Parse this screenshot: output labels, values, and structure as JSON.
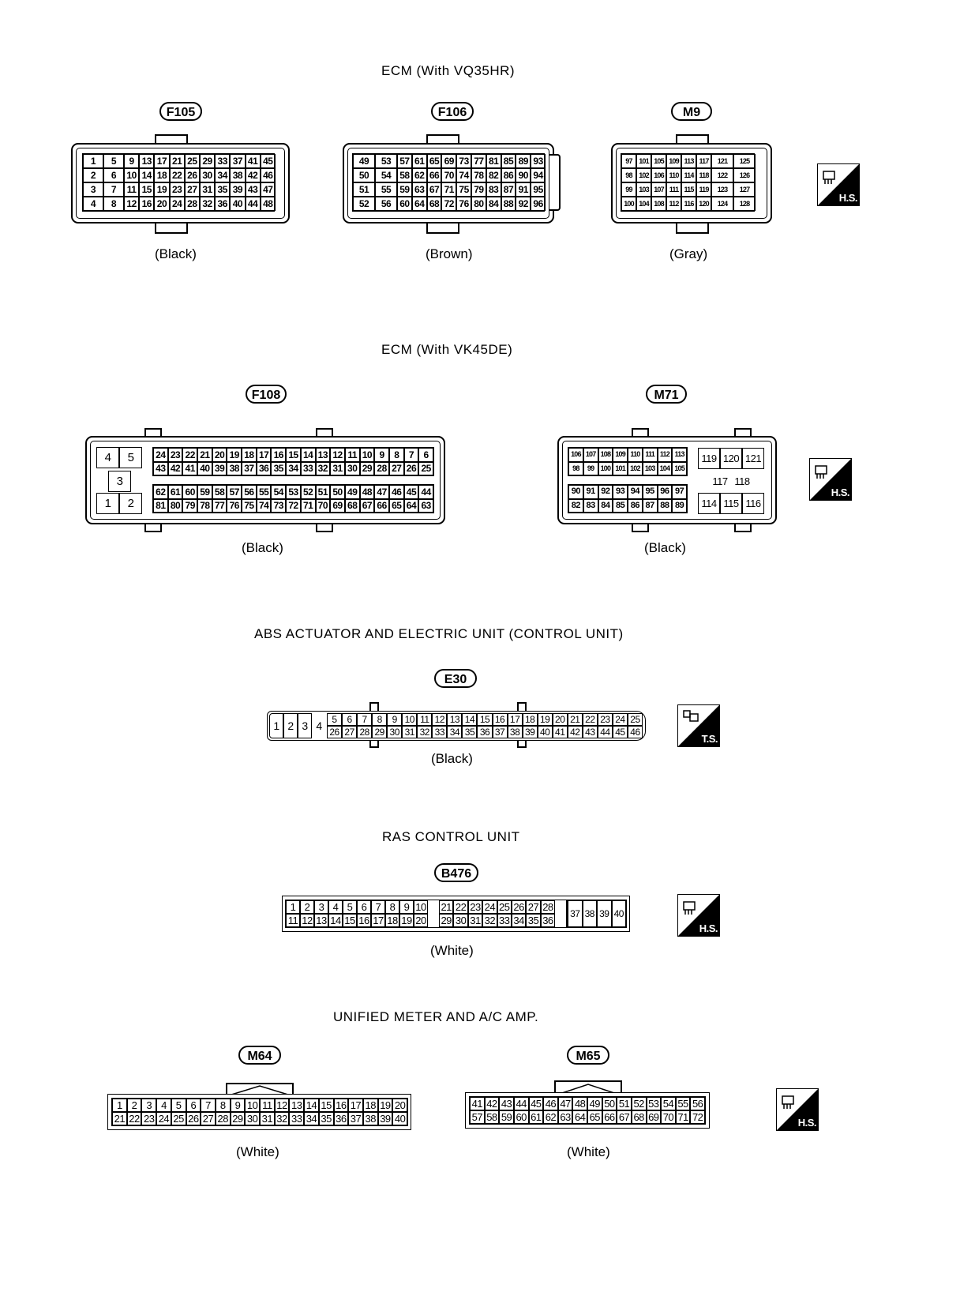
{
  "sections": {
    "vq35hr": {
      "title": "ECM (With VQ35HR)"
    },
    "vk45de": {
      "title": "ECM (With VK45DE)"
    },
    "abs": {
      "title": "ABS ACTUATOR AND ELECTRIC UNIT (CONTROL UNIT)"
    },
    "ras": {
      "title": "RAS CONTROL UNIT"
    },
    "meter": {
      "title": "UNIFIED METER AND A/C AMP."
    }
  },
  "connectors": {
    "f105": {
      "id": "F105",
      "color": "(Black)",
      "rows": [
        [
          "1",
          "5",
          "9",
          "13",
          "17",
          "21",
          "25",
          "29",
          "33",
          "37",
          "41",
          "45"
        ],
        [
          "2",
          "6",
          "10",
          "14",
          "18",
          "22",
          "26",
          "30",
          "34",
          "38",
          "42",
          "46"
        ],
        [
          "3",
          "7",
          "11",
          "15",
          "19",
          "23",
          "27",
          "31",
          "35",
          "39",
          "43",
          "47"
        ],
        [
          "4",
          "8",
          "12",
          "16",
          "20",
          "24",
          "28",
          "32",
          "36",
          "40",
          "44",
          "48"
        ]
      ]
    },
    "f106": {
      "id": "F106",
      "color": "(Brown)",
      "rows": [
        [
          "49",
          "53",
          "57",
          "61",
          "65",
          "69",
          "73",
          "77",
          "81",
          "85",
          "89",
          "93"
        ],
        [
          "50",
          "54",
          "58",
          "62",
          "66",
          "70",
          "74",
          "78",
          "82",
          "86",
          "90",
          "94"
        ],
        [
          "51",
          "55",
          "59",
          "63",
          "67",
          "71",
          "75",
          "79",
          "83",
          "87",
          "91",
          "95"
        ],
        [
          "52",
          "56",
          "60",
          "64",
          "68",
          "72",
          "76",
          "80",
          "84",
          "88",
          "92",
          "96"
        ]
      ]
    },
    "m9": {
      "id": "M9",
      "color": "(Gray)",
      "rows": [
        [
          "97",
          "101",
          "105",
          "109",
          "113",
          "117",
          "121",
          "125"
        ],
        [
          "98",
          "102",
          "106",
          "110",
          "114",
          "118",
          "122",
          "126"
        ],
        [
          "99",
          "103",
          "107",
          "111",
          "115",
          "119",
          "123",
          "127"
        ],
        [
          "100",
          "104",
          "108",
          "112",
          "116",
          "120",
          "124",
          "128"
        ]
      ]
    },
    "f108": {
      "id": "F108",
      "color": "(Black)",
      "left": [
        "4",
        "5",
        "3",
        "1",
        "2"
      ],
      "rows": [
        [
          "24",
          "23",
          "22",
          "21",
          "20",
          "19",
          "18",
          "17",
          "16",
          "15",
          "14",
          "13",
          "12",
          "11",
          "10",
          "9",
          "8",
          "7",
          "6"
        ],
        [
          "43",
          "42",
          "41",
          "40",
          "39",
          "38",
          "37",
          "36",
          "35",
          "34",
          "33",
          "32",
          "31",
          "30",
          "29",
          "28",
          "27",
          "26",
          "25"
        ],
        [
          "62",
          "61",
          "60",
          "59",
          "58",
          "57",
          "56",
          "55",
          "54",
          "53",
          "52",
          "51",
          "50",
          "49",
          "48",
          "47",
          "46",
          "45",
          "44"
        ],
        [
          "81",
          "80",
          "79",
          "78",
          "77",
          "76",
          "75",
          "74",
          "73",
          "72",
          "71",
          "70",
          "69",
          "68",
          "67",
          "66",
          "65",
          "64",
          "63"
        ]
      ]
    },
    "m71": {
      "id": "M71",
      "color": "(Black)",
      "rows": [
        [
          "106",
          "107",
          "108",
          "109",
          "110",
          "111",
          "112",
          "113"
        ],
        [
          "98",
          "99",
          "100",
          "101",
          "102",
          "103",
          "104",
          "105"
        ],
        [
          "90",
          "91",
          "92",
          "93",
          "94",
          "95",
          "96",
          "97"
        ],
        [
          "82",
          "83",
          "84",
          "85",
          "86",
          "87",
          "88",
          "89"
        ]
      ],
      "right": [
        [
          "119",
          "120",
          "121"
        ],
        [
          "117",
          "118"
        ],
        [
          "114",
          "115",
          "116"
        ]
      ]
    },
    "e30": {
      "id": "E30",
      "color": "(Black)",
      "big": [
        "1",
        "2",
        "3",
        "4"
      ],
      "top": [
        "5",
        "6",
        "7",
        "8",
        "9",
        "10",
        "11",
        "12",
        "13",
        "14",
        "15",
        "16",
        "17",
        "18",
        "19",
        "20",
        "21",
        "22",
        "23",
        "24",
        "25"
      ],
      "bottom": [
        "26",
        "27",
        "28",
        "29",
        "30",
        "31",
        "32",
        "33",
        "34",
        "35",
        "36",
        "37",
        "38",
        "39",
        "40",
        "41",
        "42",
        "43",
        "44",
        "45",
        "46"
      ]
    },
    "b476": {
      "id": "B476",
      "color": "(White)",
      "top": [
        "1",
        "2",
        "3",
        "4",
        "5",
        "6",
        "7",
        "8",
        "9",
        "10",
        "21",
        "22",
        "23",
        "24",
        "25",
        "26",
        "27",
        "28"
      ],
      "bottom": [
        "11",
        "12",
        "13",
        "14",
        "15",
        "16",
        "17",
        "18",
        "19",
        "20",
        "29",
        "30",
        "31",
        "32",
        "33",
        "34",
        "35",
        "36"
      ],
      "tall": [
        "37",
        "38",
        "39",
        "40"
      ]
    },
    "m64": {
      "id": "M64",
      "color": "(White)",
      "rows": [
        [
          "1",
          "2",
          "3",
          "4",
          "5",
          "6",
          "7",
          "8",
          "9",
          "10",
          "11",
          "12",
          "13",
          "14",
          "15",
          "16",
          "17",
          "18",
          "19",
          "20"
        ],
        [
          "21",
          "22",
          "23",
          "24",
          "25",
          "26",
          "27",
          "28",
          "29",
          "30",
          "31",
          "32",
          "33",
          "34",
          "35",
          "36",
          "37",
          "38",
          "39",
          "40"
        ]
      ]
    },
    "m65": {
      "id": "M65",
      "color": "(White)",
      "rows": [
        [
          "41",
          "42",
          "43",
          "44",
          "45",
          "46",
          "47",
          "48",
          "49",
          "50",
          "51",
          "52",
          "53",
          "54",
          "55",
          "56"
        ],
        [
          "57",
          "58",
          "59",
          "60",
          "61",
          "62",
          "63",
          "64",
          "65",
          "66",
          "67",
          "68",
          "69",
          "70",
          "71",
          "72"
        ]
      ]
    }
  },
  "icons": {
    "hs_label": "H.S.",
    "ts_label": "T.S."
  }
}
